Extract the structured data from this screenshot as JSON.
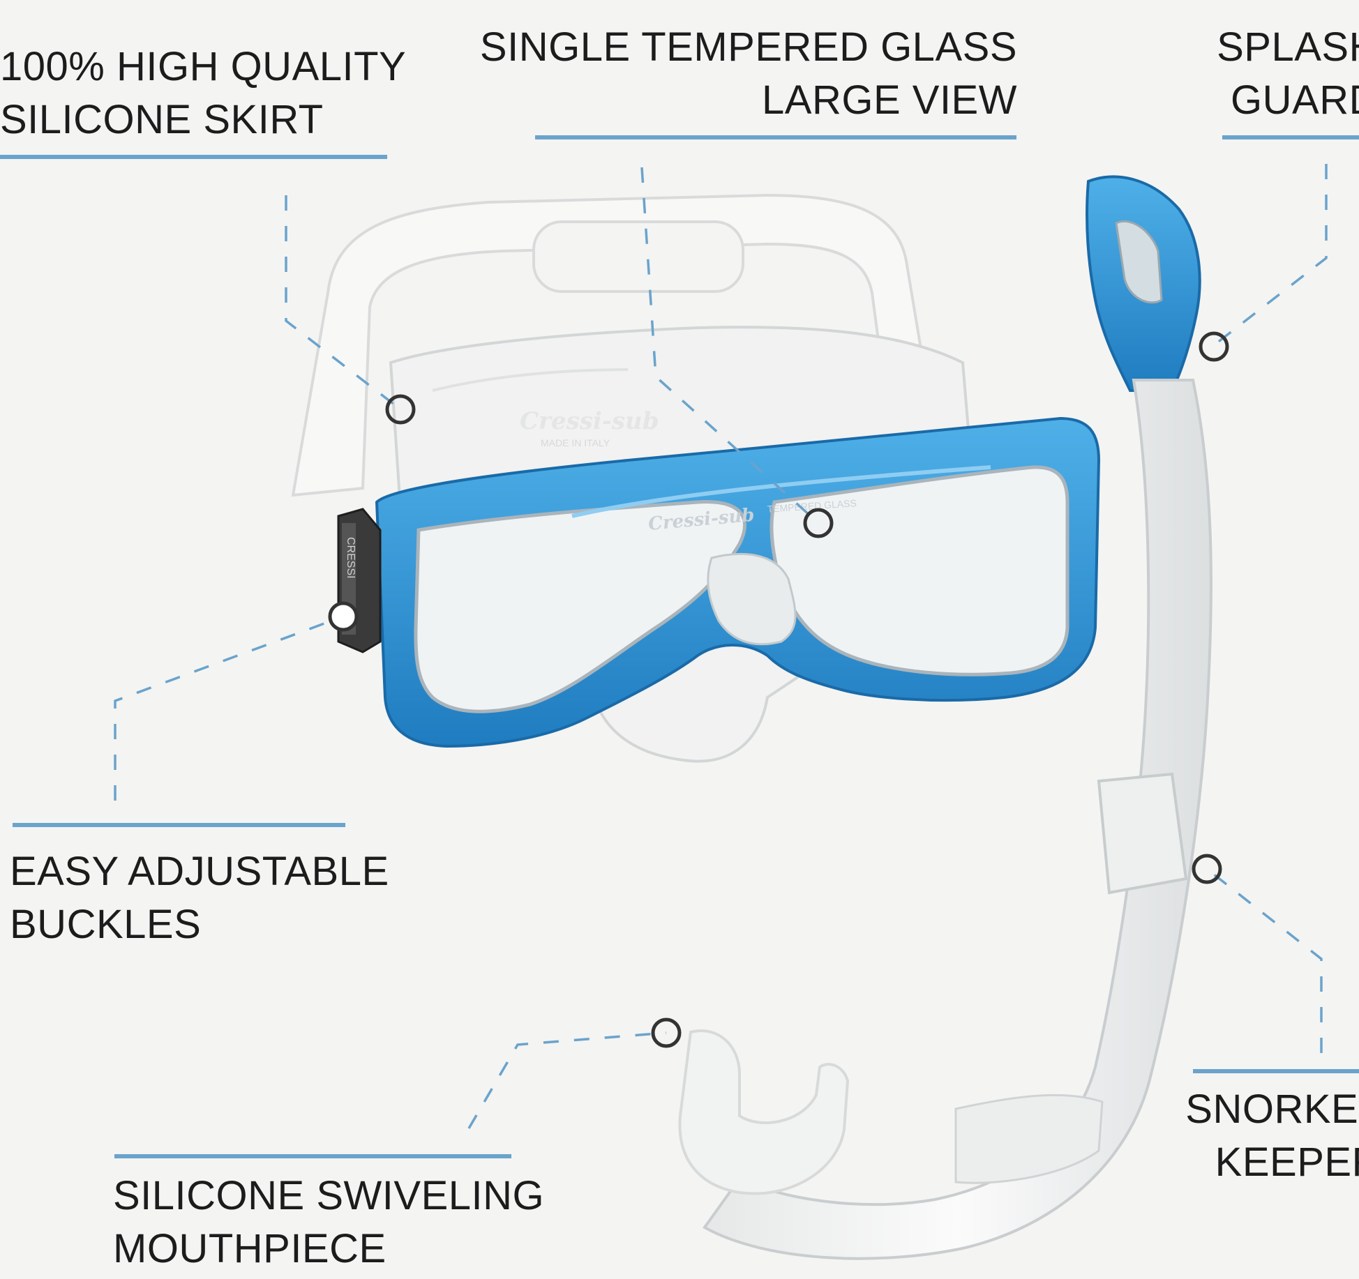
{
  "colors": {
    "background": "#f4f4f2",
    "text": "#1c1c1c",
    "rule": "#6aa3cc",
    "leader": "#6aa3cc",
    "frame_blue": "#2f8fd0",
    "marker": "#333333"
  },
  "brand": {
    "mask_lens_mark": "Cressi-sub",
    "skirt_mark": "Cressi-sub",
    "skirt_sub_mark": "MADE IN ITALY",
    "glass_mark": "TEMPERED GLASS",
    "buckle_mark": "CRESSI"
  },
  "callouts": {
    "skirt": {
      "line1": "100% HIGH QUALITY",
      "line2": "SILICONE SKIRT"
    },
    "glass": {
      "line1": "SINGLE TEMPERED GLASS",
      "line2": "LARGE VIEW"
    },
    "splash": {
      "line1": "SPLASH",
      "line2": "GUARD"
    },
    "buckles": {
      "line1": "EASY ADJUSTABLE",
      "line2": "BUCKLES"
    },
    "mouthpiece": {
      "line1": "SILICONE SWIVELING",
      "line2": "MOUTHPIECE"
    },
    "keeper": {
      "line1": "SNORKEL",
      "line2": "KEEPER"
    }
  }
}
